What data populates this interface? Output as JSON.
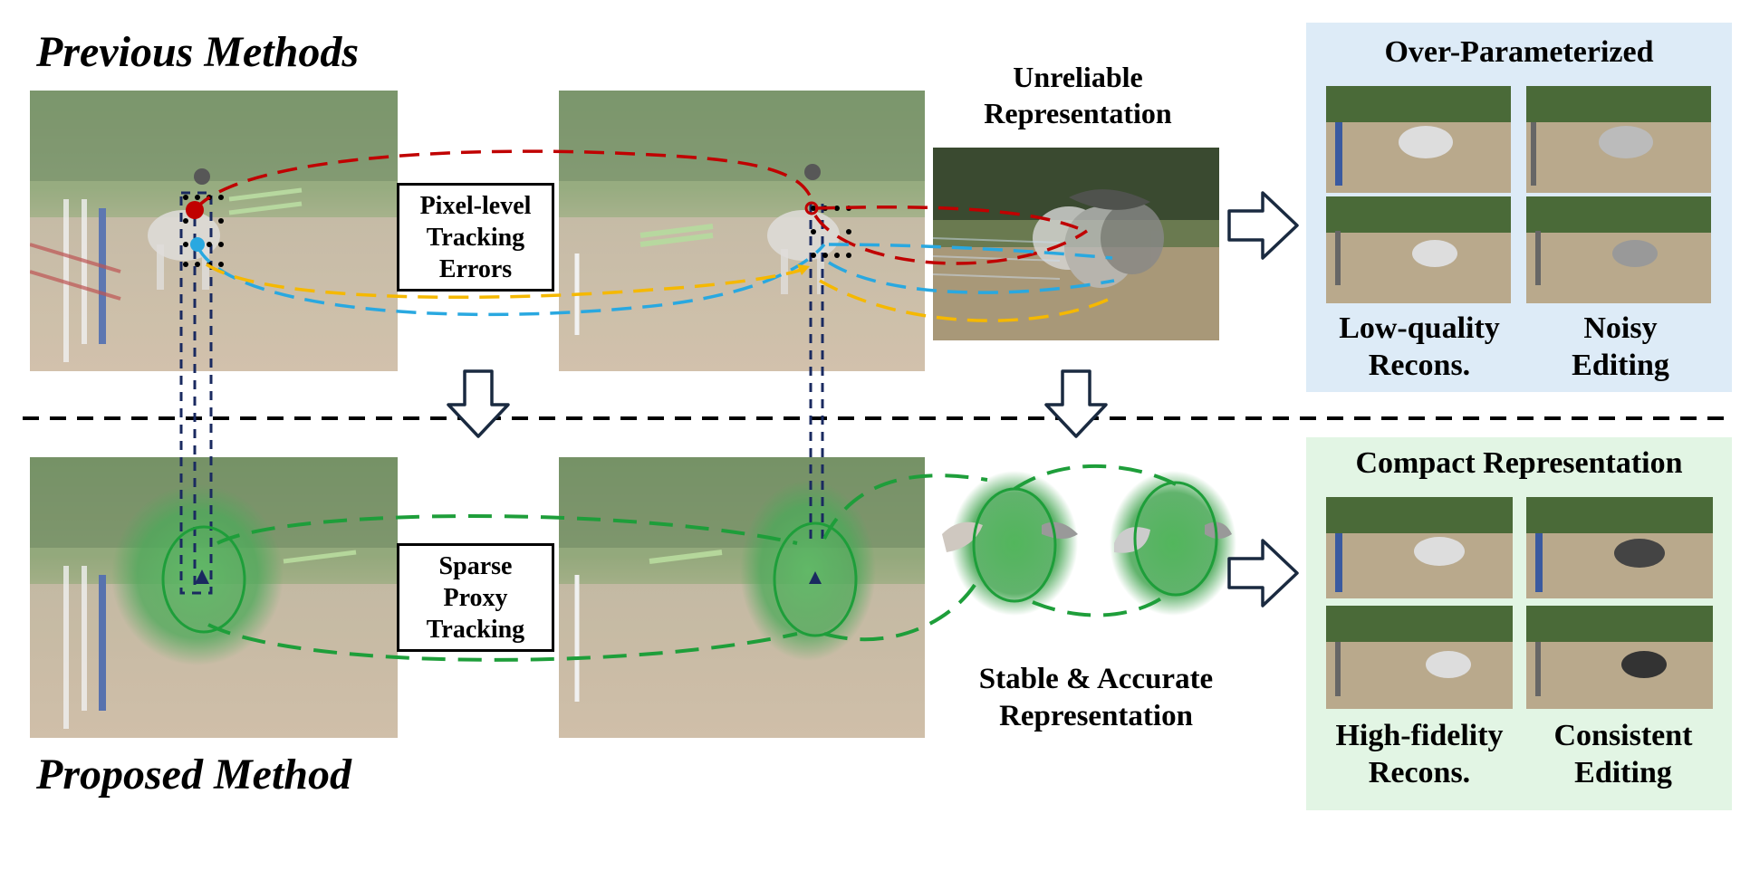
{
  "previous": {
    "title": "Previous Methods",
    "box_label": [
      "Pixel-level",
      "Tracking",
      "Errors"
    ],
    "rep_label": [
      "Unreliable",
      "Representation"
    ],
    "panel": {
      "title": "Over-Parameterized",
      "captions": [
        [
          "Low-quality",
          "Recons."
        ],
        [
          "Noisy",
          "Editing"
        ]
      ]
    }
  },
  "proposed": {
    "title": "Proposed Method",
    "box_label": [
      "Sparse",
      "Proxy",
      "Tracking"
    ],
    "rep_label": [
      "Stable & Accurate",
      "Representation"
    ],
    "panel": {
      "title": "Compact Representation",
      "captions": [
        [
          "High-fidelity",
          "Recons."
        ],
        [
          "Consistent",
          "Editing"
        ]
      ]
    }
  },
  "colors": {
    "track_red": "#c00000",
    "track_blue": "#29a8e0",
    "track_yellow": "#f5b800",
    "proxy_green": "#1e9e3a",
    "panel_blue_bg": "#ddebf7",
    "panel_green_bg": "#e2f5e4"
  }
}
